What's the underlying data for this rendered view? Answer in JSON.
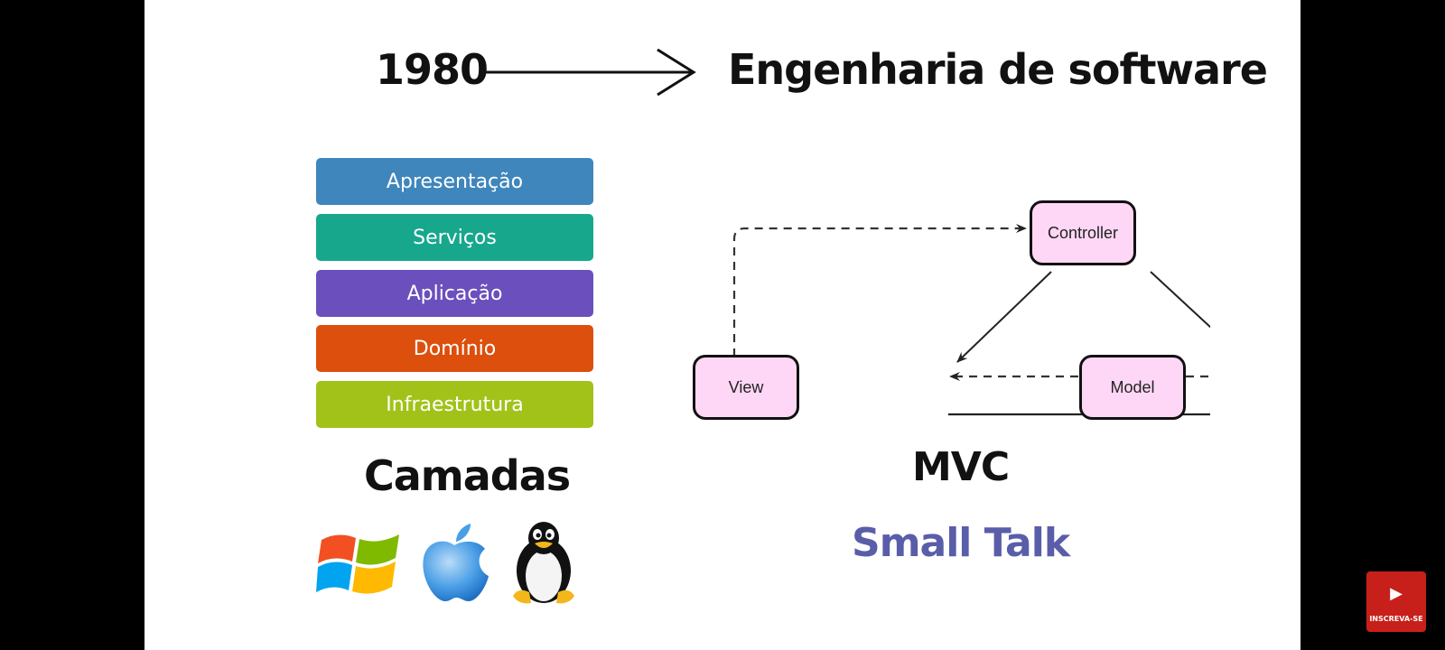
{
  "slide": {
    "year": "1980",
    "heading": "Engenharia de software",
    "layers": [
      {
        "label": "Apresentação",
        "color": "#3f86bd"
      },
      {
        "label": "Serviços",
        "color": "#17a78d"
      },
      {
        "label": "Aplicação",
        "color": "#6a4fbd"
      },
      {
        "label": "Domínio",
        "color": "#dc4f0c"
      },
      {
        "label": "Infraestrutura",
        "color": "#a2c219"
      }
    ],
    "camadas_label": "Camadas",
    "os_icons": [
      "windows-logo-icon",
      "apple-logo-icon",
      "linux-tux-icon"
    ],
    "mvc": {
      "controller": "Controller",
      "view": "View",
      "model": "Model",
      "box_fill": "#ffd7f6",
      "title": "MVC"
    },
    "small_talk": {
      "label": "Small Talk",
      "color": "#5a5da8"
    }
  },
  "overlay": {
    "subscribe_label": "INSCREVA-SE",
    "subscribe_color": "#c7201a"
  }
}
